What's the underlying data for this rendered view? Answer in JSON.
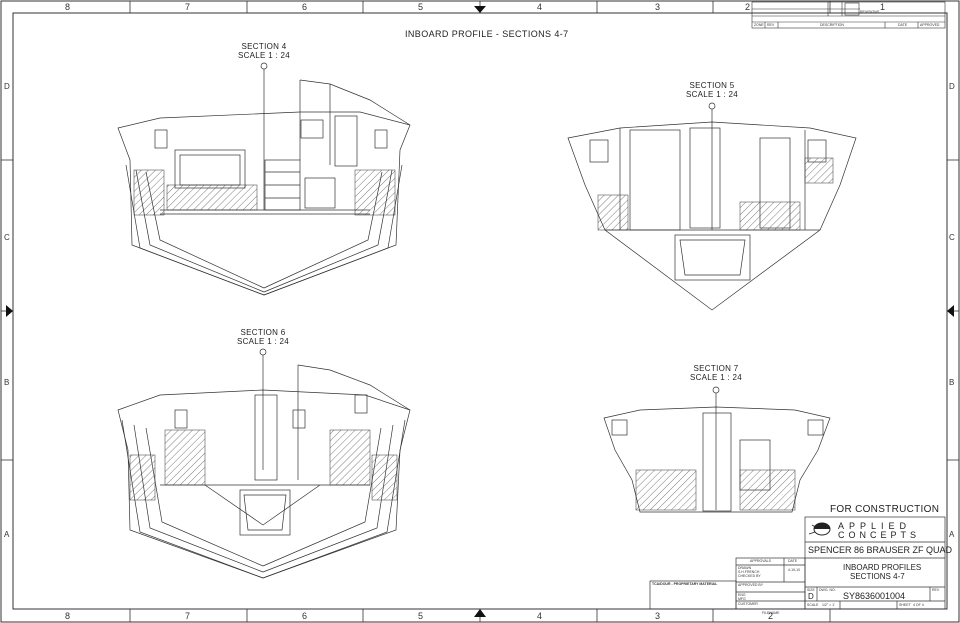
{
  "sheet": {
    "title": "INBOARD PROFILE - SECTIONS 4-7",
    "zones_top": [
      "8",
      "7",
      "6",
      "5",
      "4",
      "3",
      "2",
      "1"
    ],
    "zones_side": [
      "D",
      "C",
      "B",
      "A"
    ]
  },
  "sections": [
    {
      "name": "SECTION 4",
      "scale": "SCALE 1 : 24"
    },
    {
      "name": "SECTION 5",
      "scale": "SCALE 1 : 24"
    },
    {
      "name": "SECTION 6",
      "scale": "SCALE 1 : 24"
    },
    {
      "name": "SECTION 7",
      "scale": "SCALE 1 : 24"
    }
  ],
  "title_block": {
    "status": "FOR CONSTRUCTION",
    "company_line1": "APPLIED",
    "company_line2": "CONCEPTS",
    "project": "SPENCER 86 BRAUSER ZF QUAD",
    "drawing_title1": "INBOARD PROFILES",
    "drawing_title2": "SECTIONS 4-7",
    "size": "D",
    "drawing_no": "SY8636001004",
    "scale": "1/2\" = 1'",
    "sheet": "4 OF 4",
    "rev_header": "REVISIONS",
    "rev_cols": [
      "ZONE",
      "REV",
      "DESCRIPTION",
      "DATE",
      "APPROVED"
    ],
    "approvals_header": "APPROVALS",
    "approvals_date_header": "DATE",
    "approvals_rows": [
      "DRAWN",
      "CHECKED BY",
      "APPROVED BY",
      "ENG",
      "MFG",
      "CUSTOMER"
    ],
    "drawn_by": "S.H.FRENCH",
    "drawn_date": "4-19-10",
    "dwg_no_label": "DWG. NO.",
    "rev_label": "REV",
    "scale_label": "SCALE",
    "sheet_label": "SHEET",
    "filename_label": "FILENAME",
    "proprietary": "TCA/DOUR - PROPRIETARY MATERIAL"
  }
}
